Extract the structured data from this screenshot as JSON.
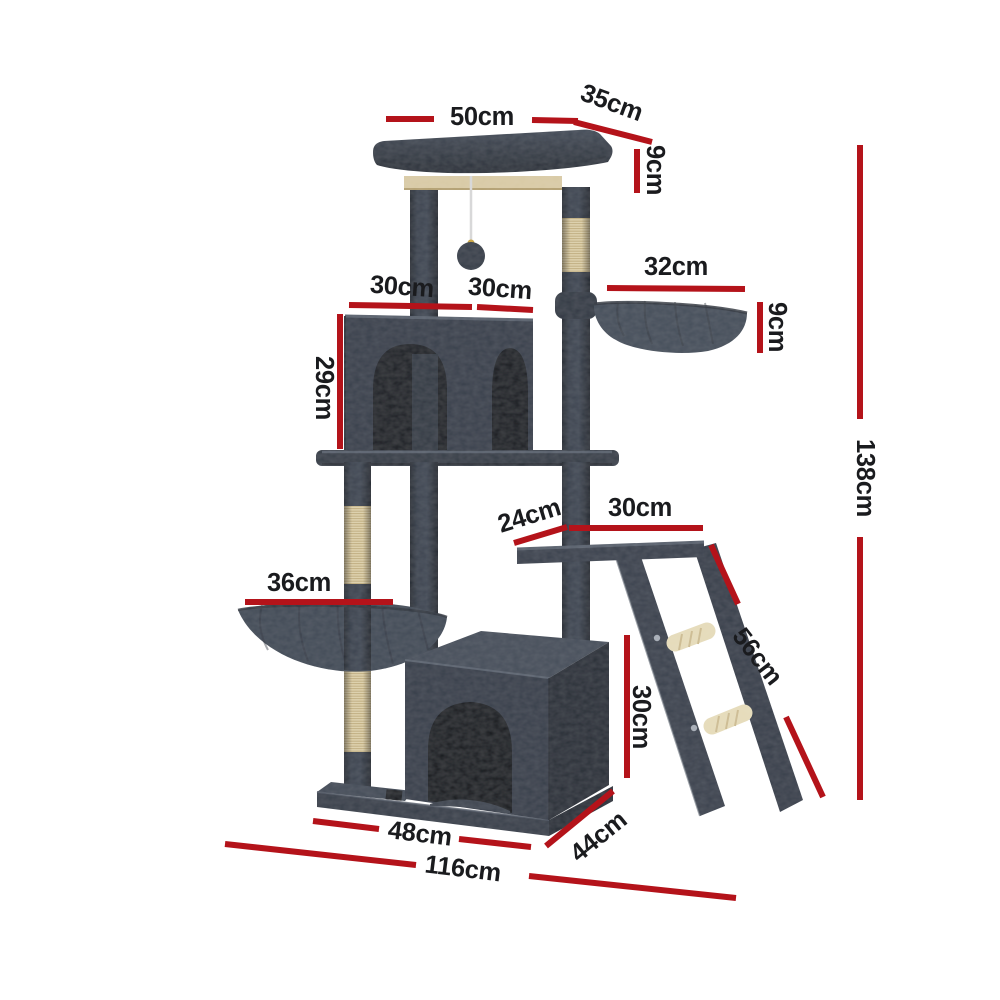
{
  "figure": {
    "type": "product-dimension-diagram",
    "subject": "cat-tree-tower"
  },
  "colors": {
    "dimension_line": "#b4131a",
    "label_text": "#1a1b1e",
    "plush": "#3d4450",
    "plush_dark": "#2c323b",
    "sisal": "#ddd0ab",
    "background": "#ffffff"
  },
  "dimensions": {
    "top_perch_width": "50cm",
    "top_perch_depth": "35cm",
    "top_perch_thickness": "9cm",
    "right_hammock_width": "32cm",
    "right_hammock_depth": "9cm",
    "condo_width": "30cm",
    "condo_depth": "30cm",
    "condo_height": "29cm",
    "total_height": "138cm",
    "mid_platform_depth": "24cm",
    "mid_platform_width": "30cm",
    "left_hammock_width": "36cm",
    "ramp_length": "56cm",
    "lower_condo_height": "30cm",
    "base_width": "48cm",
    "base_depth": "44cm",
    "total_width": "116cm"
  }
}
